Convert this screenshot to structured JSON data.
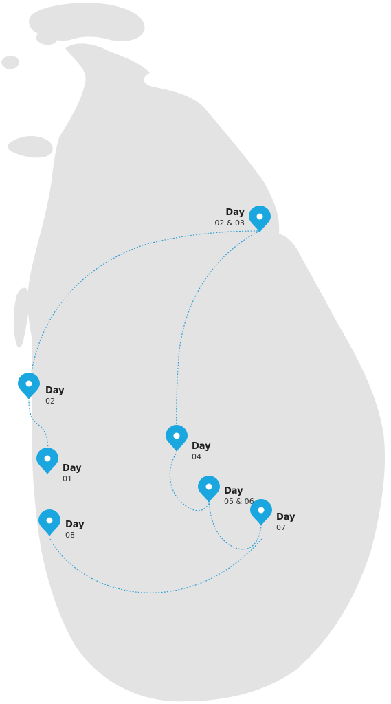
{
  "colors": {
    "land": "#e3e3e3",
    "route": "#2d9fd6",
    "pin": "#1aa7e0",
    "pin_center": "#ffffff",
    "label_title": "#1e1e1e",
    "label_number": "#333333"
  },
  "pin_icon": "map-pin-icon",
  "stops": [
    {
      "id": "day-01",
      "title": "Day",
      "number": "01"
    },
    {
      "id": "day-02",
      "title": "Day",
      "number": "02"
    },
    {
      "id": "day-02-03",
      "title": "Day",
      "number": "02 & 03"
    },
    {
      "id": "day-04",
      "title": "Day",
      "number": "04"
    },
    {
      "id": "day-05-06",
      "title": "Day",
      "number": "05 & 06"
    },
    {
      "id": "day-07",
      "title": "Day",
      "number": "07"
    },
    {
      "id": "day-08",
      "title": "Day",
      "number": "08"
    }
  ]
}
